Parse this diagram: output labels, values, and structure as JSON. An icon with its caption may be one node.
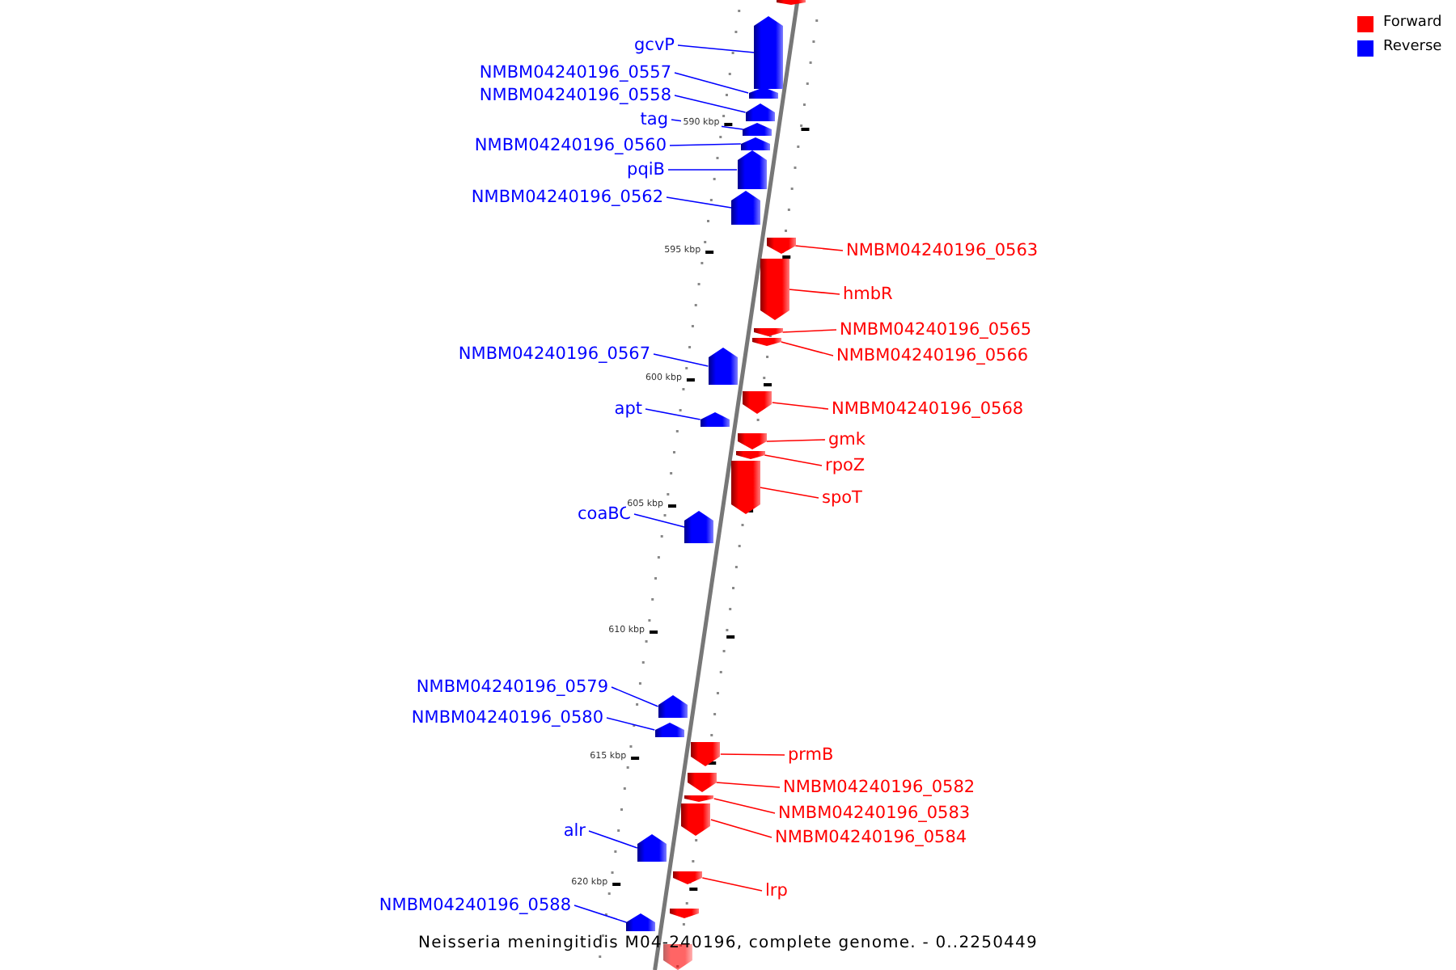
{
  "diagram": {
    "caption": "Neisseria meningitidis M04-240196, complete genome. - 0..2250449",
    "nodes": [
      {
        "text": [
          "gcvP"
        ]
      },
      {
        "text": [],
        "shape": "bar"
      },
      {
        "text": [
          "NMBM04240196_0557"
        ]
      },
      {
        "text": [],
        "shape": "bar"
      },
      {
        "text": [
          "NMBM04240196_0558"
        ]
      },
      {
        "text": [],
        "shape": "bar"
      },
      {
        "text": [
          "tag"
        ]
      },
      {
        "text": [],
        "shape": "bar"
      },
      {
        "text": [
          "NMBM04240196_0560"
        ]
      },
      {
        "text": [],
        "shape": "bar"
      },
      {
        "text": [
          "pqiB"
        ]
      },
      {
        "text": [],
        "shape": "bar"
      },
      {
        "text": [
          "NMBM04240196_0562"
        ]
      },
      {
        "text": [],
        "shape": "bar"
      },
      {
        "text": [
          "NMBM04240196_0563"
        ]
      },
      {
        "text": [],
        "shape": "bar"
      },
      {
        "text": [
          "hmbR"
        ]
      },
      {
        "text": [],
        "shape": "bar"
      },
      {
        "text": [
          "NMBM04240196_0565"
        ]
      },
      {
        "text": [],
        "shape": "bar"
      },
      {
        "text": [
          "NMBM04240196_0566"
        ]
      },
      {
        "text": [],
        "shape": "bar"
      },
      {
        "text": [
          "NMBM04240196_0567"
        ]
      },
      {
        "text": [],
        "shape": "bar"
      },
      {
        "text": [
          "apt"
        ]
      },
      {
        "text": [],
        "shape": "bar"
      },
      {
        "text": [
          "NMBM04240196_0568"
        ]
      },
      {
        "text": [],
        "shape": "bar"
      },
      {
        "text": [
          "gmk"
        ]
      },
      {
        "text": [],
        "shape": "bar"
      },
      {
        "text": [
          "rpoZ"
        ]
      },
      {
        "text": [],
        "shape": "bar"
      },
      {
        "text": [
          "spoT"
        ]
      },
      {
        "text": [],
        "shape": "bar"
      },
      {
        "text": [
          "coaBC"
        ]
      },
      {
        "text": [],
        "shape": "bar"
      },
      {
        "text": [
          "NMBM04240196_0579"
        ]
      },
      {
        "text": [],
        "shape": "bar"
      },
      {
        "text": [
          "NMBM04240196_0580"
        ]
      },
      {
        "text": [],
        "shape": "bar"
      },
      {
        "text": [
          "prmB"
        ]
      },
      {
        "text": [],
        "shape": "bar"
      },
      {
        "text": [
          "NMBM04240196_0582"
        ]
      },
      {
        "text": [],
        "shape": "bar"
      },
      {
        "text": [
          "NMBM04240196_0583"
        ]
      },
      {
        "text": [],
        "shape": "bar"
      },
      {
        "text": [
          "NMBM04240196_0584"
        ]
      },
      {
        "text": [],
        "shape": "bar"
      },
      {
        "text": [
          "alr"
        ]
      },
      {
        "text": [],
        "shape": "bar"
      },
      {
        "text": [
          "lrp"
        ]
      },
      {
        "text": [],
        "shape": "bar"
      },
      {
        "text": [
          "NMBM04240196_0588"
        ]
      },
      {
        "text": [],
        "shape": "bar"
      },
      {
        "text": [],
        "shape": "bar"
      },
      {
        "text": [],
        "shape": "bar"
      },
      {
        "text": [],
        "shape": "bar"
      }
    ],
    "edges": [
      {
        "from": 0,
        "to": 1,
        "arrow": "none"
      },
      {
        "from": 2,
        "to": 3,
        "arrow": "none"
      },
      {
        "from": 4,
        "to": 5,
        "arrow": "none"
      },
      {
        "from": 6,
        "to": 7,
        "arrow": "none"
      },
      {
        "from": 8,
        "to": 9,
        "arrow": "none"
      },
      {
        "from": 10,
        "to": 11,
        "arrow": "none"
      },
      {
        "from": 12,
        "to": 13,
        "arrow": "none"
      },
      {
        "from": 14,
        "to": 15,
        "arrow": "none",
        "color": "#ff0000"
      },
      {
        "from": 16,
        "to": 17,
        "arrow": "none",
        "color": "#ff0000"
      },
      {
        "from": 18,
        "to": 19,
        "arrow": "none",
        "color": "#ff0000"
      },
      {
        "from": 20,
        "to": 21,
        "arrow": "none",
        "color": "#ff0000"
      },
      {
        "from": 22,
        "to": 23,
        "arrow": "none"
      },
      {
        "from": 24,
        "to": 25,
        "arrow": "none"
      },
      {
        "from": 26,
        "to": 27,
        "arrow": "none",
        "color": "#ff0000"
      },
      {
        "from": 28,
        "to": 29,
        "arrow": "none",
        "color": "#ff0000"
      },
      {
        "from": 30,
        "to": 31,
        "arrow": "none",
        "color": "#ff0000"
      },
      {
        "from": 32,
        "to": 33,
        "arrow": "none",
        "color": "#ff0000"
      },
      {
        "from": 34,
        "to": 35,
        "arrow": "none"
      },
      {
        "from": 36,
        "to": 37,
        "arrow": "none"
      },
      {
        "from": 38,
        "to": 39,
        "arrow": "none"
      },
      {
        "from": 40,
        "to": 41,
        "arrow": "none",
        "color": "#ff0000"
      },
      {
        "from": 42,
        "to": 43,
        "arrow": "none",
        "color": "#ff0000"
      },
      {
        "from": 44,
        "to": 45,
        "arrow": "none",
        "color": "#ff0000"
      },
      {
        "from": 46,
        "to": 47,
        "arrow": "none",
        "color": "#ff0000"
      },
      {
        "from": 48,
        "to": 49,
        "arrow": "none"
      },
      {
        "from": 50,
        "to": 51,
        "arrow": "none",
        "color": "#ff0000"
      },
      {
        "from": 52,
        "to": 53,
        "arrow": "none"
      }
    ],
    "labels": [
      "590 kbp",
      "595 kbp",
      "600 kbp",
      "605 kbp",
      "610 kbp",
      "615 kbp",
      "620 kbp"
    ],
    "legend": [
      {
        "text": "Forward",
        "color": "#ff0000"
      },
      {
        "text": "Reverse",
        "color": "#0000ff"
      }
    ]
  }
}
